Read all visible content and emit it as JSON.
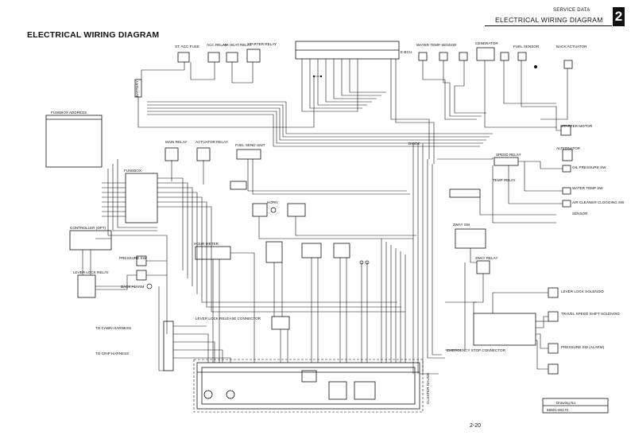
{
  "header": {
    "section": "SERVICE DATA",
    "title": "ELECTRICAL WIRING DIAGRAM",
    "chapter": "2"
  },
  "doc_title": "ELECTRICAL WIRING DIAGRAM",
  "labels": {
    "st_acc_fuse": "ST. ACC FUSE",
    "acc_relay": "ACC RELAY",
    "air_heat_relay": "AIR HEAT RELAY",
    "starter_relay": "STARTER RELAY",
    "battery": "BATTERY",
    "ecu": "E-ECU",
    "water_temp_sensor": "WATER TEMP SENSOR",
    "generator": "GENERATOR",
    "fuel_sensor": "FUEL SENSOR",
    "backup_alarm_top": "BACK ACTUATOR",
    "fusebox_address": "FUSEBOX ADDRESS",
    "fusebox": "FUSEBOX",
    "main_relay": "MAIN RELAY",
    "actuator_relay": "ACTUATOR RELAY",
    "fuel_sending_unit": "FUEL SEND UNIT",
    "diode": "DIODE",
    "starter_motor": "STARTER MOTOR",
    "alternator": "ALTERNATOR",
    "oil_pressure_sw": "OIL PRESSURE SW",
    "water_temp_sw": "WATER TEMP SW",
    "air_cleaner_clogging_sw": "AIR CLEANER CLOGGING SW",
    "sensor": "SENSOR",
    "speed_relay": "SPEED RELAY",
    "temp_relay": "TEMP RELAY",
    "horn": "HORN",
    "controller_opt": "CONTROLLER (OPT)",
    "lever_lock_relay": "LEVER LOCK RELAY",
    "back_alarm": "BACK ALARM",
    "hour_meter": "HOUR METER",
    "pressure_sw": "PRESSURE SW",
    "to_cabin_harness": "TO CABIN HARNESS",
    "to_grip_harness": "TO GRIP HARNESS",
    "lever_lock_release_connector": "LEVER LOCK RELEASE CONNECTOR",
    "two_way_sw": "2WAY SW",
    "two_way_relay": "2WAY RELAY",
    "emergency_stop_connector": "EMERGENCY STOP CONNECTOR",
    "lever_lock_solenoid": "LEVER LOCK SOLENOID",
    "travel_speed_shift_solenoid": "TRAVEL SPEED SHIFT SOLENOID",
    "pressure_sw_alarm": "PRESSURE SW (ALARM)",
    "cluster_gauge": "CLUSTER GAUGE",
    "drawing_no_label": "Drawing No.",
    "drawing_no": "65501-60170",
    "page": "2-20"
  }
}
